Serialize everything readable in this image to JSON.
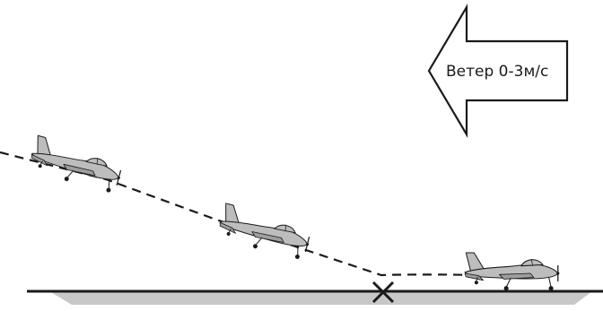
{
  "wind": {
    "label": "Ветер 0-3м/с",
    "direction": "left"
  },
  "colors": {
    "aircraft_fill": "#bdbdbd",
    "outline": "#1a1a1a",
    "ground": "#c8c8c8",
    "background": "#ffffff"
  },
  "diagram": {
    "aircraft_count": 3,
    "path_style": "dashed",
    "touchdown_marker": "x-mark"
  }
}
